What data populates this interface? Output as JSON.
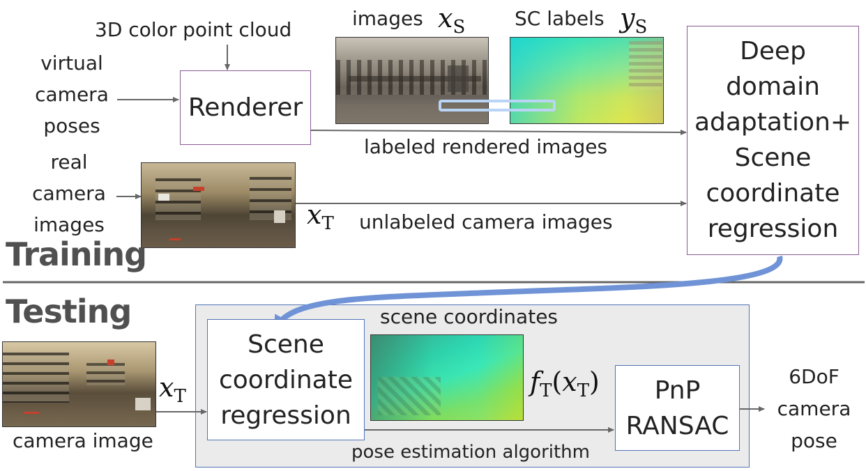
{
  "top_labels": {
    "point_cloud": "3D color point cloud",
    "virtual_poses": [
      "virtual",
      "camera",
      "poses"
    ],
    "real_images": [
      "real",
      "camera",
      "images"
    ],
    "images_xs": "images",
    "sc_labels_ys": "SC labels",
    "labeled_rendered": "labeled rendered images",
    "unlabeled_camera": "unlabeled camera images"
  },
  "math": {
    "x": "x",
    "y": "y",
    "S": "S",
    "T": "T",
    "f": "f",
    "open": "(",
    "close": ")"
  },
  "boxes": {
    "renderer": "Renderer",
    "deep_da": [
      "Deep",
      "domain",
      "adaptation+",
      "Scene",
      "coordinate",
      "regression"
    ],
    "scr": [
      "Scene",
      "coordinate",
      "regression"
    ],
    "pnp": [
      "PnP",
      "RANSAC"
    ]
  },
  "sections": {
    "training": "Training",
    "testing": "Testing"
  },
  "bottom_labels": {
    "scene_coordinates": "scene coordinates",
    "camera_image": "camera image",
    "pose_estimation": "pose estimation algorithm",
    "output": [
      "6DoF",
      "camera",
      "pose"
    ]
  },
  "colors": {
    "purple_border": "#8a5a94",
    "blue_border": "#4f73b8",
    "grey_panel": "#ebebeb",
    "arrow": "#666666",
    "curve_arrow": "#6f93d6"
  }
}
